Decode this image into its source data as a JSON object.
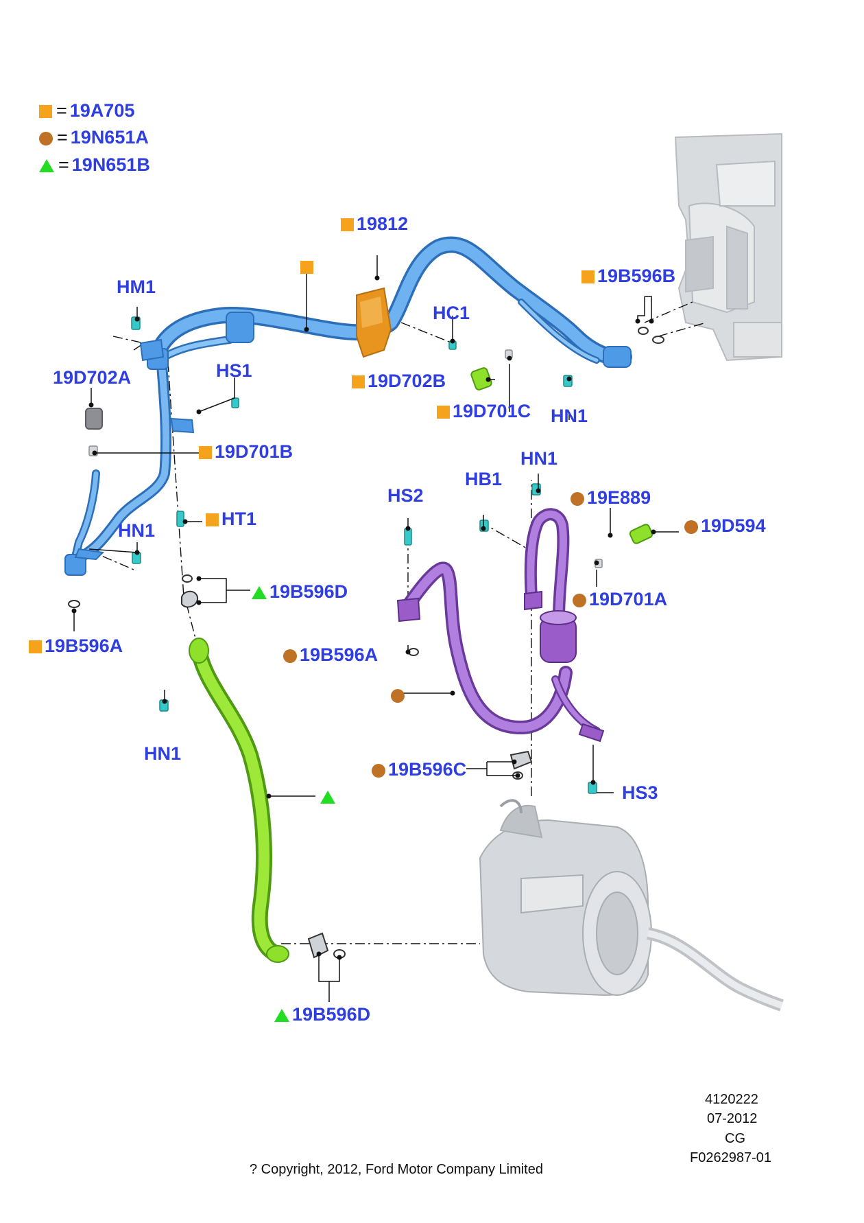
{
  "legend": [
    {
      "symbol": "square",
      "color": "#f5a21c",
      "equals": "=",
      "code": "19A705"
    },
    {
      "symbol": "circle",
      "color": "#bf7126",
      "equals": "=",
      "code": "19N651A"
    },
    {
      "symbol": "triangle",
      "color": "#22dd22",
      "equals": "=",
      "code": "19N651B"
    }
  ],
  "colors": {
    "label_text": "#2f3ee0",
    "square_marker": "#f5a21c",
    "circle_marker": "#bf7126",
    "triangle_marker": "#22dd22",
    "pipe_blue": "#4f9ae6",
    "pipe_purple": "#9a5cc9",
    "pipe_green": "#8ee02a",
    "fitting_cyan": "#37c9c9",
    "bracket_orange": "#e8951f",
    "background_parts": "#cfd2d6"
  },
  "callouts": {
    "hm1": "HM1",
    "p19812": "19812",
    "p19b596b_top": "19B596B",
    "hc1": "HC1",
    "p19d702a": "19D702A",
    "hs1": "HS1",
    "p19d702b": "19D702B",
    "p19d701c": "19D701C",
    "hn1_top": "HN1",
    "p19d701b": "19D701B",
    "hn1_mid_right": "HN1",
    "hs2": "HS2",
    "hb1": "HB1",
    "p19e889": "19E889",
    "p19d594": "19D594",
    "ht1": "HT1",
    "hn1_left": "HN1",
    "p19d701a": "19D701A",
    "p19b596d_mid": "19B596D",
    "p19b596a_left": "19B596A",
    "p19b596a_mid": "19B596A",
    "hn1_lower": "HN1",
    "p19b596c": "19B596C",
    "hs3": "HS3",
    "p19b596d_bottom": "19B596D"
  },
  "footer": {
    "number": "4120222",
    "date": "07-2012",
    "code": "CG",
    "figure": "F0262987-01",
    "copyright": "? Copyright, 2012, Ford Motor Company Limited"
  }
}
